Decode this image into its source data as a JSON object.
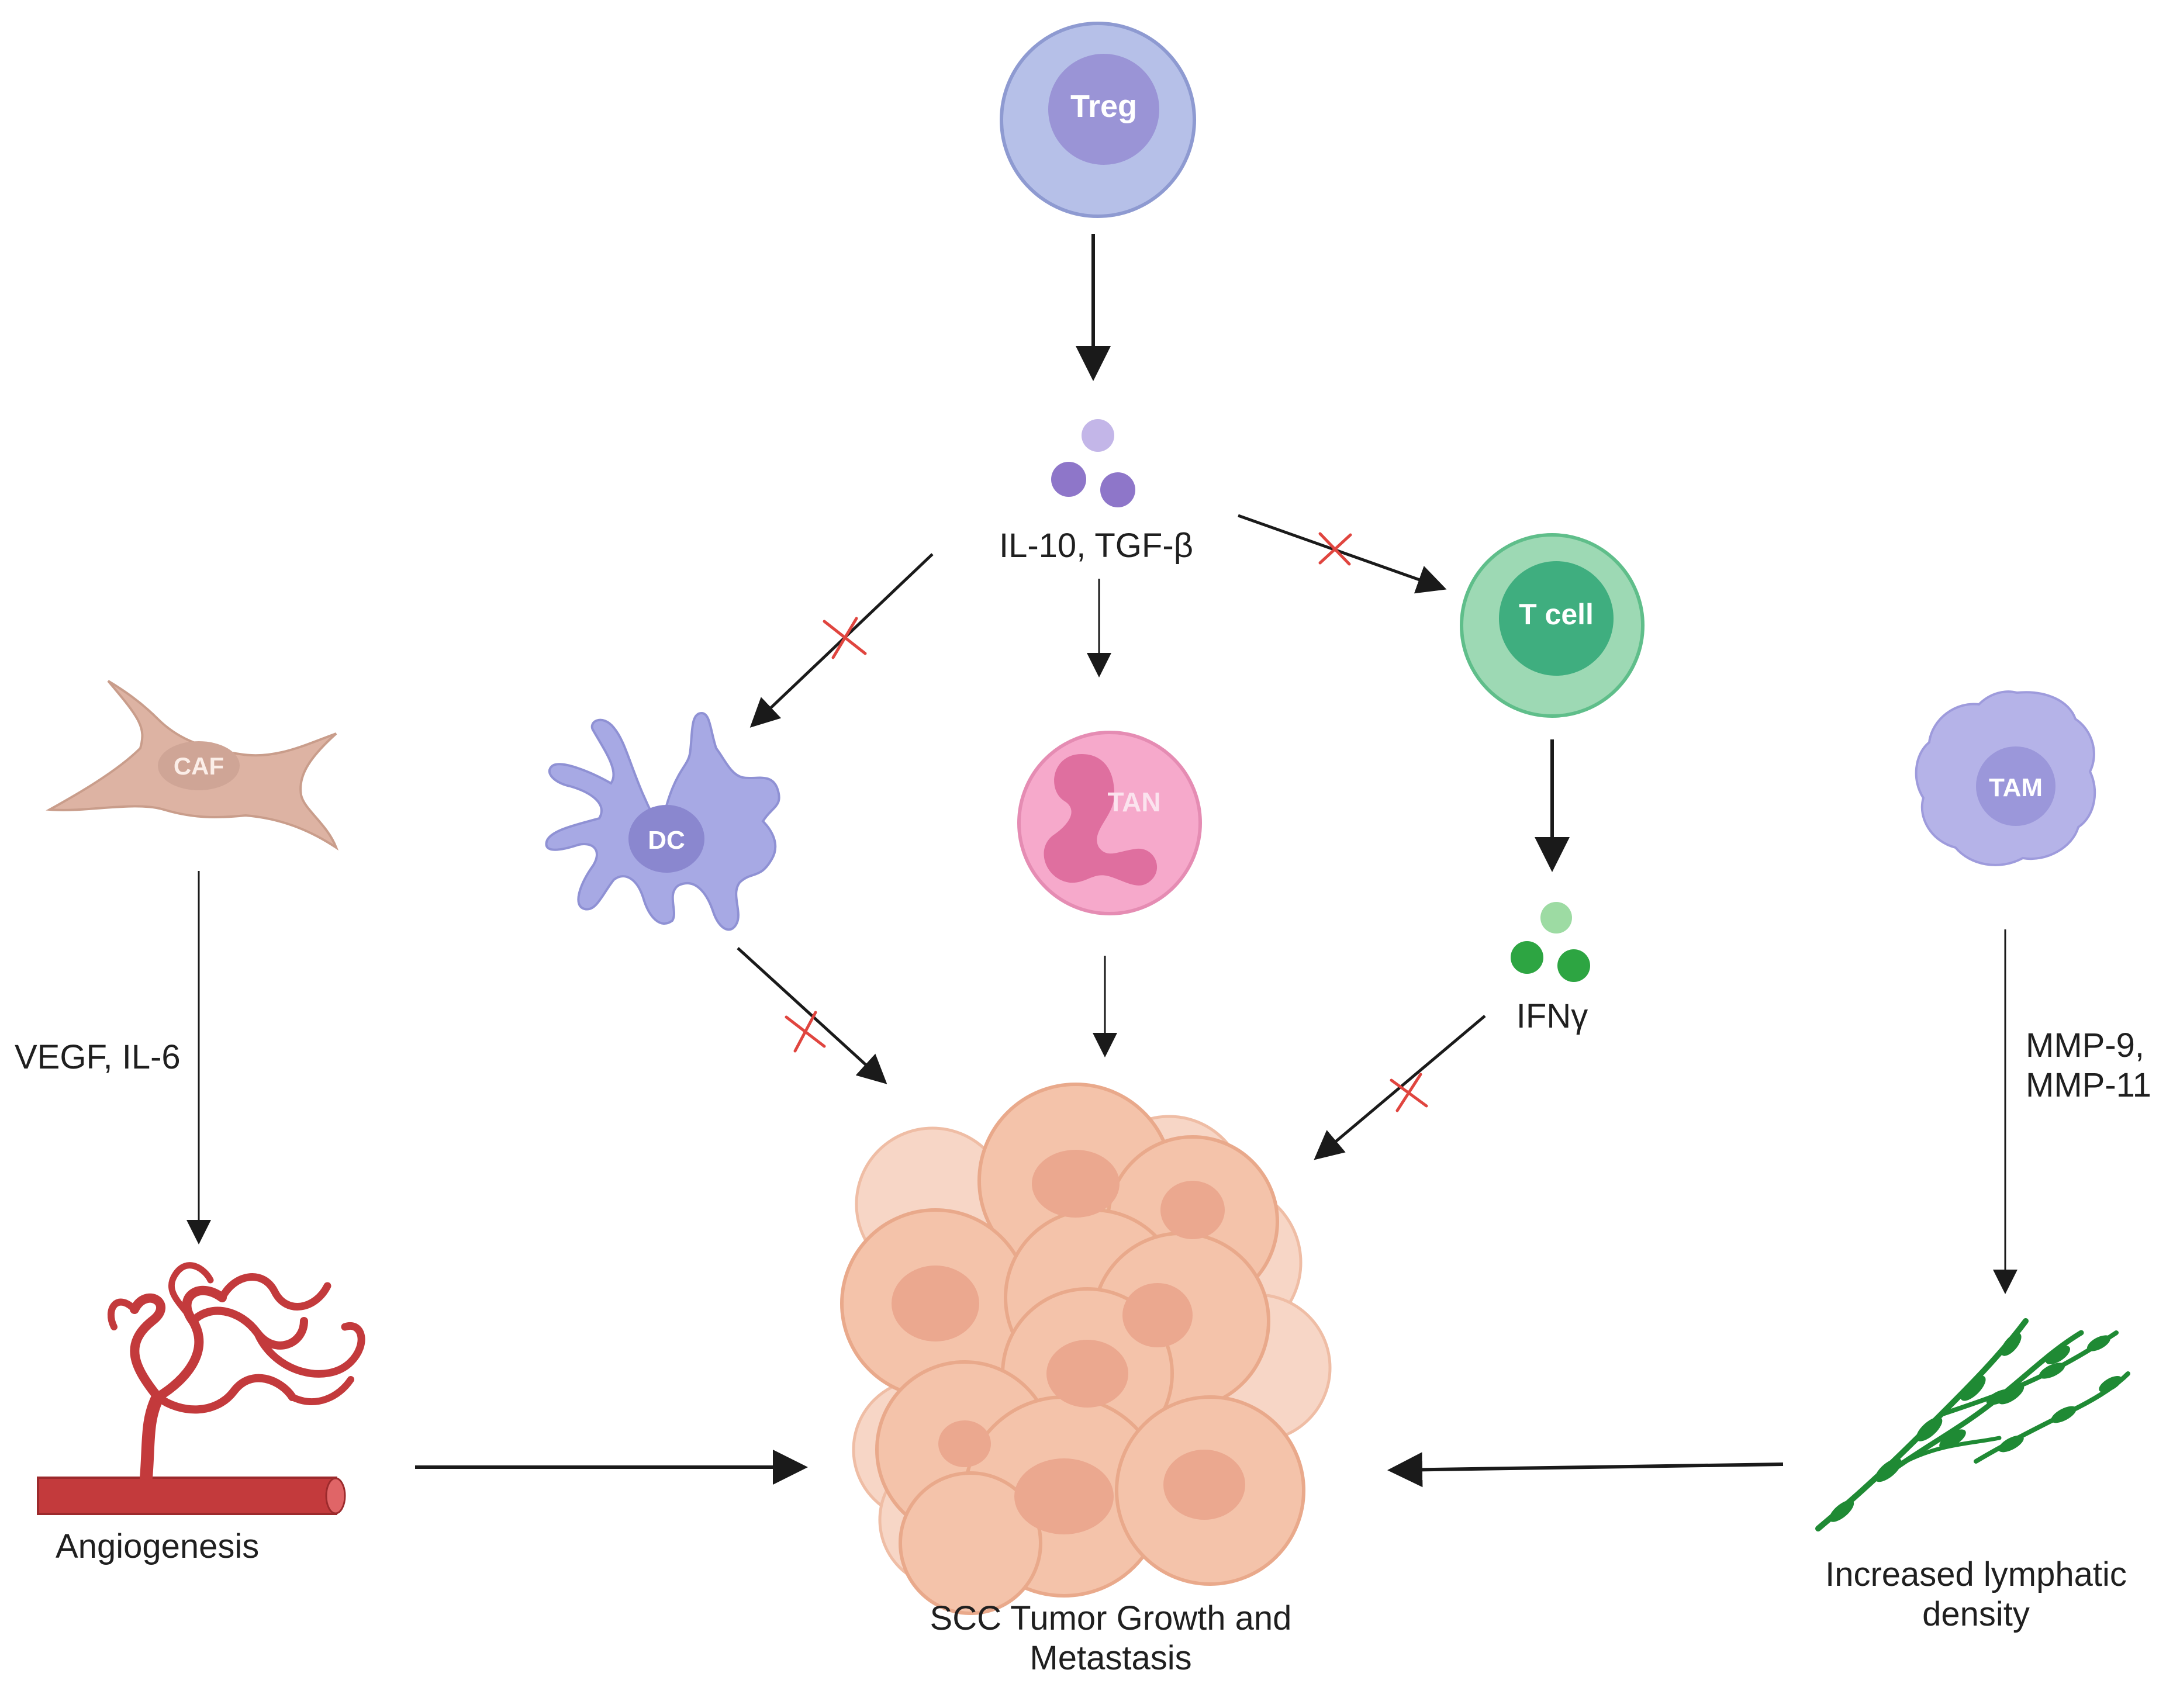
{
  "cells": {
    "treg": "Treg",
    "t_cell": "T cell",
    "dc": "DC",
    "tan": "TAN",
    "caf": "CAF",
    "tam": "TAM"
  },
  "cytokines": {
    "il10_tgfb": "IL-10, TGF-β",
    "ifng": "IFNγ",
    "vegf_il6": "VEGF, IL-6",
    "mmp_line1": "MMP-9,",
    "mmp_line2": "MMP-11"
  },
  "outcomes": {
    "angiogenesis": "Angiogenesis",
    "lymph_line1": "Increased lymphatic",
    "lymph_line2": "density",
    "tumor_line1": "SCC Tumor Growth and",
    "tumor_line2": "Metastasis"
  },
  "colors": {
    "treg_outer": "#b6c0e8",
    "treg_inner": "#9a94d6",
    "tcell_outer": "#9dd9b4",
    "tcell_inner": "#3fae7f",
    "dc": "#a7a9e4",
    "dc_nucleus": "#8a87cf",
    "tan_outer": "#f6a9cb",
    "tan_nucleus": "#df6f9f",
    "caf": "#ddb3a3",
    "tam": "#b5b3e8",
    "tam_nucleus": "#9b97da",
    "vessel": "#c33a3c",
    "lymph": "#1f8a34",
    "ifng_dots": "#35b34a",
    "cytokine_dots": "#9a86d4",
    "tumor": "#f4c3aa",
    "tumor_nucleus": "#eba88f",
    "block_x": "#e0453f",
    "arrow": "#1a1a1a"
  }
}
